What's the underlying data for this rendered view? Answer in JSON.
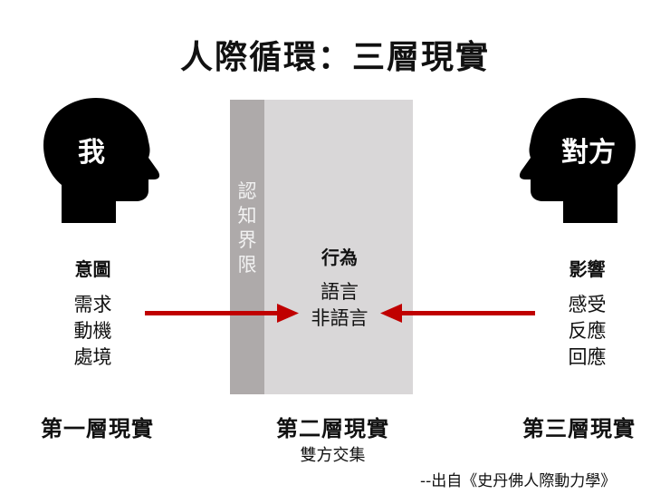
{
  "title": "人際循環：三層現實",
  "colors": {
    "head": "#000000",
    "arrow": "#c00000",
    "cognitive_strip": "#aeaaaa",
    "shared_panel": "#d9d7d8"
  },
  "left_person": {
    "head_label": "我",
    "heading": "意圖",
    "items": [
      "需求",
      "動機",
      "處境"
    ],
    "layer": "第一層現實"
  },
  "center": {
    "boundary_label": [
      "認",
      "知",
      "界",
      "限"
    ],
    "heading": "行為",
    "items": [
      "語言",
      "非語言"
    ],
    "layer": "第二層現實",
    "layer_note": "雙方交集"
  },
  "right_person": {
    "head_label": "對方",
    "heading": "影響",
    "items": [
      "感受",
      "反應",
      "回應"
    ],
    "layer": "第三層現實"
  },
  "arrows": [
    {
      "from": "左側：意圖",
      "to": "中間：行為",
      "direction": "right"
    },
    {
      "from": "右側：影響",
      "to": "中間：行為",
      "direction": "left"
    }
  ],
  "citation": "--出自《史丹佛人際動力學》"
}
